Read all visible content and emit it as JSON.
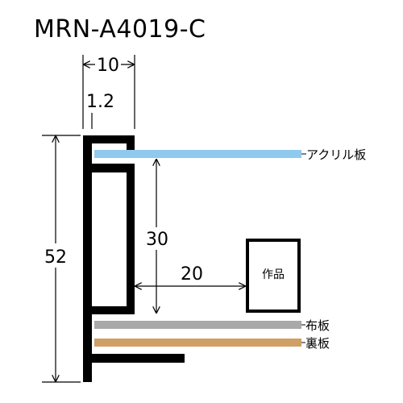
{
  "title": "MRN-A4019-C",
  "dimensions": {
    "frame_width": "10",
    "lip_thickness": "1.2",
    "total_height": "52",
    "rabbet_depth": "30",
    "rabbet_width": "20"
  },
  "labels": {
    "acrylic": "アクリル板",
    "cloth_board": "布板",
    "back_board": "裏板",
    "artwork": "作品"
  },
  "colors": {
    "frame": "#000000",
    "acrylic": "#8fcaee",
    "cloth_board": "#a9a9a9",
    "back_board": "#cf9f66"
  }
}
